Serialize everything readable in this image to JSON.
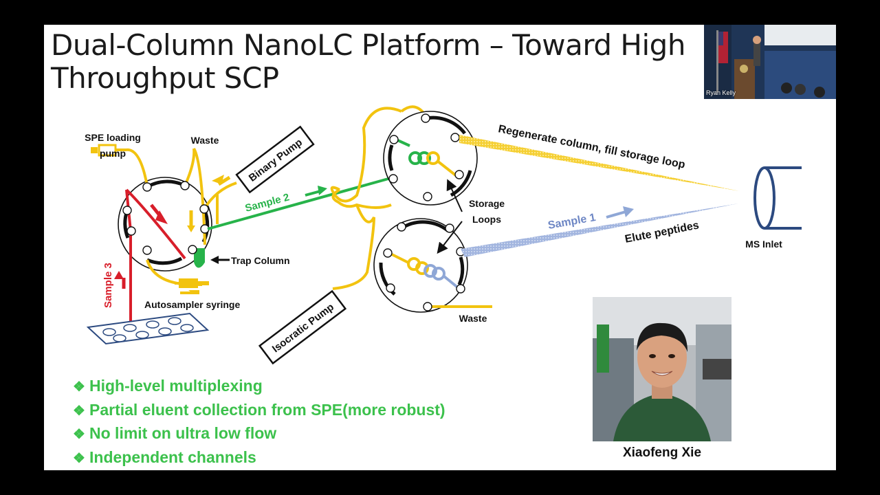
{
  "slide": {
    "title": "Dual-Column NanoLC Platform – Toward High Throughput SCP",
    "labels": {
      "spe_loading_pump": [
        "SPE loading",
        "pump"
      ],
      "waste_top": "Waste",
      "binary_pump": "Binary Pump",
      "sample_2": "Sample 2",
      "sample_3": "Sample 3",
      "trap_column": "Trap Column",
      "autosampler_syringe": "Autosampler syringe",
      "isocratic_pump": "Isocratic Pump",
      "storage_loops": [
        "Storage",
        "Loops"
      ],
      "waste_bottom": "Waste",
      "regenerate": "Regenerate column, fill storage loop",
      "sample_1": "Sample 1",
      "elute": "Elute peptides",
      "ms_inlet": "MS Inlet"
    },
    "bullets": [
      "High-level multiplexing",
      "Partial eluent collection from SPE(more robust)",
      "No limit on ultra low flow",
      "Independent channels"
    ],
    "bullet_mark": "❖",
    "photo_caption": "Xiaofeng Xie"
  },
  "video": {
    "speaker_name": "Ryan Kelly"
  },
  "colors": {
    "yellow": "#f2c30f",
    "green": "#27b34a",
    "red": "#d81e2a",
    "blue_sample": "#8fa7d6",
    "ms_blue": "#2c4a80",
    "bullet_green": "#3cc14c"
  }
}
